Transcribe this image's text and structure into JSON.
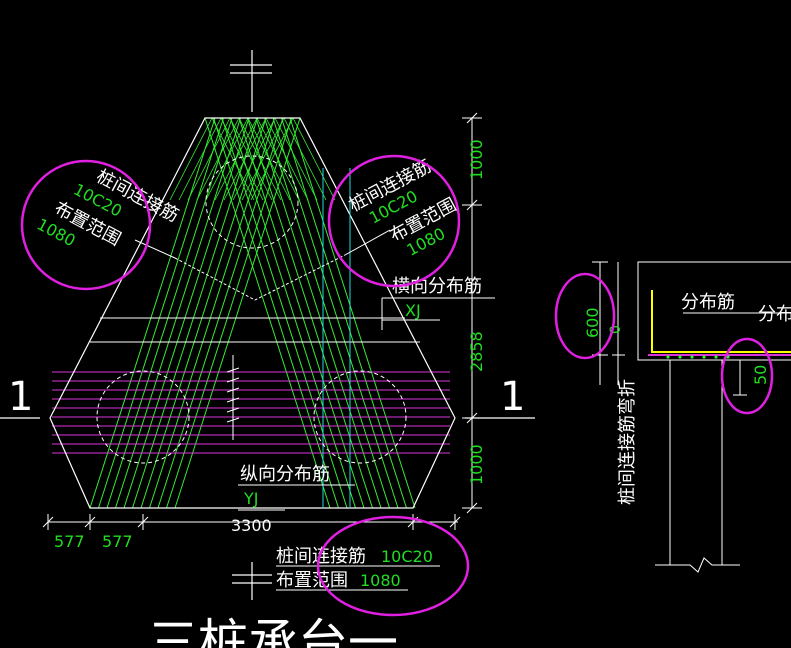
{
  "drawing": {
    "title": "三桩承台一",
    "section_mark_left": "1",
    "section_mark_right": "1",
    "colors": {
      "background": "#000000",
      "outline": "#ffffff",
      "rebar_diagonal": "#33ee33",
      "rebar_horizontal": "#dd33dd",
      "highlight_circle": "#e020e0",
      "dimension_text": "#22dd22",
      "label_text": "#ffffff",
      "aux_line": "#22dddd",
      "section_bar": "#ffff00"
    }
  },
  "annotations": {
    "left": {
      "label": "桩间连接筋",
      "spec": "10C20",
      "range_label": "布置范围",
      "range": "1080"
    },
    "top_right": {
      "label": "桩间连接筋",
      "spec": "10C20",
      "range_label": "布置范围",
      "range": "1080"
    },
    "bottom": {
      "label": "桩间连接筋",
      "spec": "10C20",
      "range_label": "布置范围",
      "range": "1080"
    },
    "transverse": {
      "label": "横向分布筋",
      "code": "XJ"
    },
    "longitudinal": {
      "label": "纵向分布筋",
      "code": "YJ"
    }
  },
  "dimensions": {
    "vertical": [
      "1000",
      "2858",
      "1000"
    ],
    "horizontal_total": "3300",
    "horizontal_left_1": "577",
    "horizontal_left_2": "577"
  },
  "section_detail": {
    "rebar_label_1": "分布筋",
    "rebar_label_2": "分布",
    "bend_label": "桩间连接筋弯折",
    "dim_600": "600",
    "dim_0": "0",
    "dim_50": "50"
  },
  "icons": {
    "highlight": "circle-highlight-icon",
    "pile": "pile-circle-icon",
    "axis": "axis-cross-icon"
  }
}
